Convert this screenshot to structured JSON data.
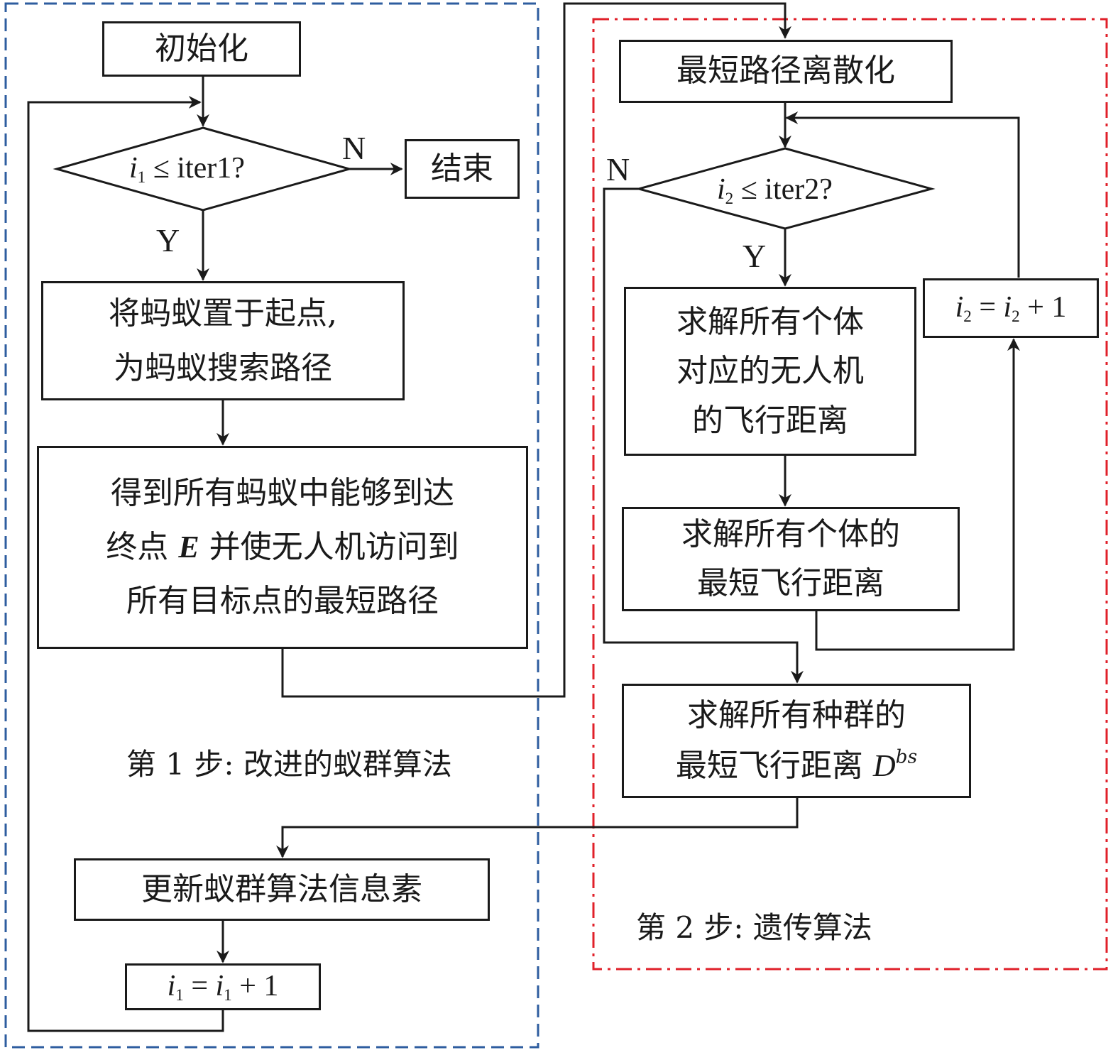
{
  "colors": {
    "step1_border": "#2e5d9f",
    "step2_border": "#e0202a",
    "line": "#1a1a1a"
  },
  "step1": {
    "caption": "第 1 步: 改进的蚁群算法",
    "init": "初始化",
    "cond_var": "i",
    "cond_sub": "1",
    "cond_rest": " ≤ iter1?",
    "no_label": "N",
    "yes_label": "Y",
    "end": "结束",
    "place_line1": "将蚂蚁置于起点,",
    "place_line2": "为蚂蚁搜索路径",
    "best_line1": "得到所有蚂蚁中能够到达",
    "best_line2_a": "终点 ",
    "best_line2_e": "E",
    "best_line2_b": " 并使无人机访问到",
    "best_line3": "所有目标点的最短路径",
    "update": "更新蚁群算法信息素",
    "incr_var": "i",
    "incr_sub": "1",
    "incr_eq": " = ",
    "incr_plus": " + 1"
  },
  "step2": {
    "caption": "第 2 步: 遗传算法",
    "discretize": "最短路径离散化",
    "cond_var": "i",
    "cond_sub": "2",
    "cond_rest": " ≤ iter2?",
    "no_label": "N",
    "yes_label": "Y",
    "solve_line1": "求解所有个体",
    "solve_line2": "对应的无人机",
    "solve_line3": "的飞行距离",
    "indiv_line1": "求解所有个体的",
    "indiv_line2": "最短飞行距离",
    "incr_var": "i",
    "incr_sub": "2",
    "incr_eq": " = ",
    "incr_plus": " + 1",
    "pop_line1": "求解所有种群的",
    "pop_line2_a": "最短飞行距离 ",
    "pop_line2_d": "D",
    "pop_line2_sup": "bs"
  }
}
